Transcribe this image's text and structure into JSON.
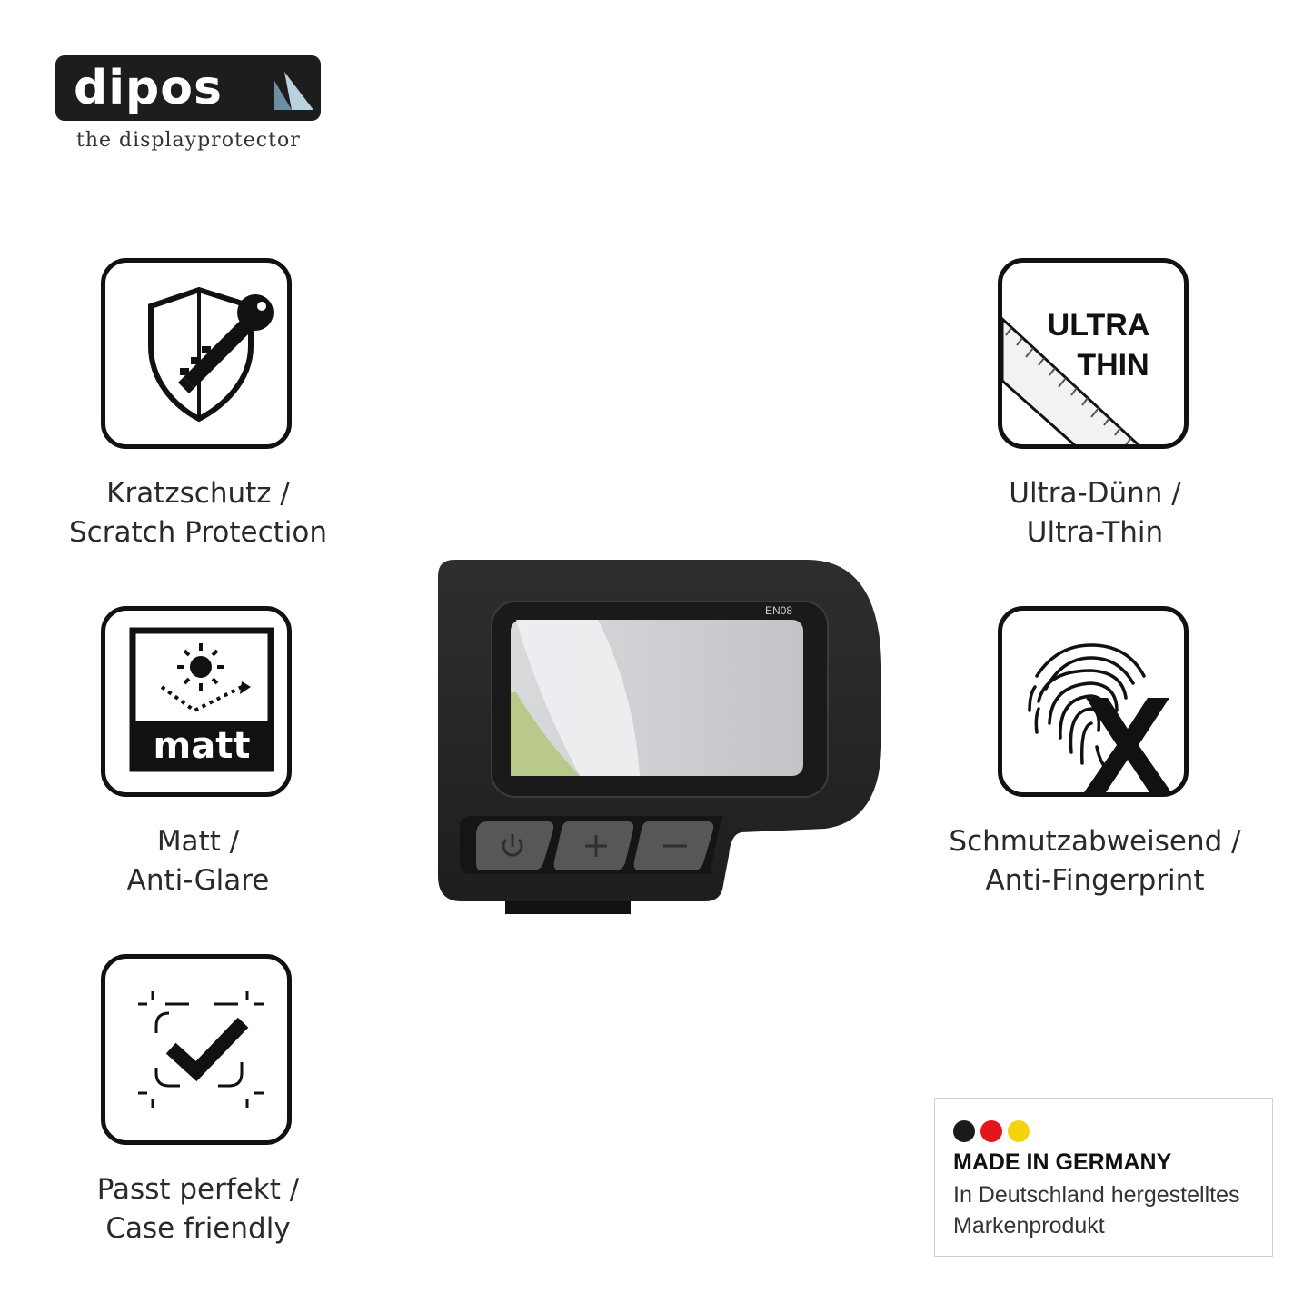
{
  "brand": {
    "name": "dipos",
    "tagline": "the displayprotector"
  },
  "features": [
    {
      "icon": "shield-key-icon",
      "line1": "Kratzschutz /",
      "line2": "Scratch Protection"
    },
    {
      "icon": "matt-sun-icon",
      "line1": "Matt /",
      "line2": "Anti-Glare",
      "icon_text": "matt"
    },
    {
      "icon": "checkmark-frame-icon",
      "line1": "Passt perfekt /",
      "line2": "Case friendly"
    },
    {
      "icon": "ultra-thin-ruler-icon",
      "line1": "Ultra-Dünn /",
      "line2": "Ultra-Thin",
      "icon_text1": "ULTRA",
      "icon_text2": "THIN"
    },
    {
      "icon": "fingerprint-x-icon",
      "line1": "Schmutzabweisend /",
      "line2": "Anti-Fingerprint"
    }
  ],
  "device": {
    "model_label": "EN08",
    "buttons": [
      "power-icon",
      "plus-icon",
      "minus-icon"
    ]
  },
  "made_in": {
    "title": "MADE IN GERMANY",
    "line1": "In Deutschland hergestelltes",
    "line2": "Markenprodukt",
    "flag_colors": [
      "#1a1a1a",
      "#e3161b",
      "#f5d30f"
    ]
  }
}
